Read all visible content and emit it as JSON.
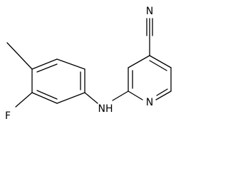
{
  "molecule": {
    "atom_labels": {
      "nitrile_n": "N",
      "ring_n": "N",
      "amine": "NH",
      "fluorine": "F"
    }
  }
}
